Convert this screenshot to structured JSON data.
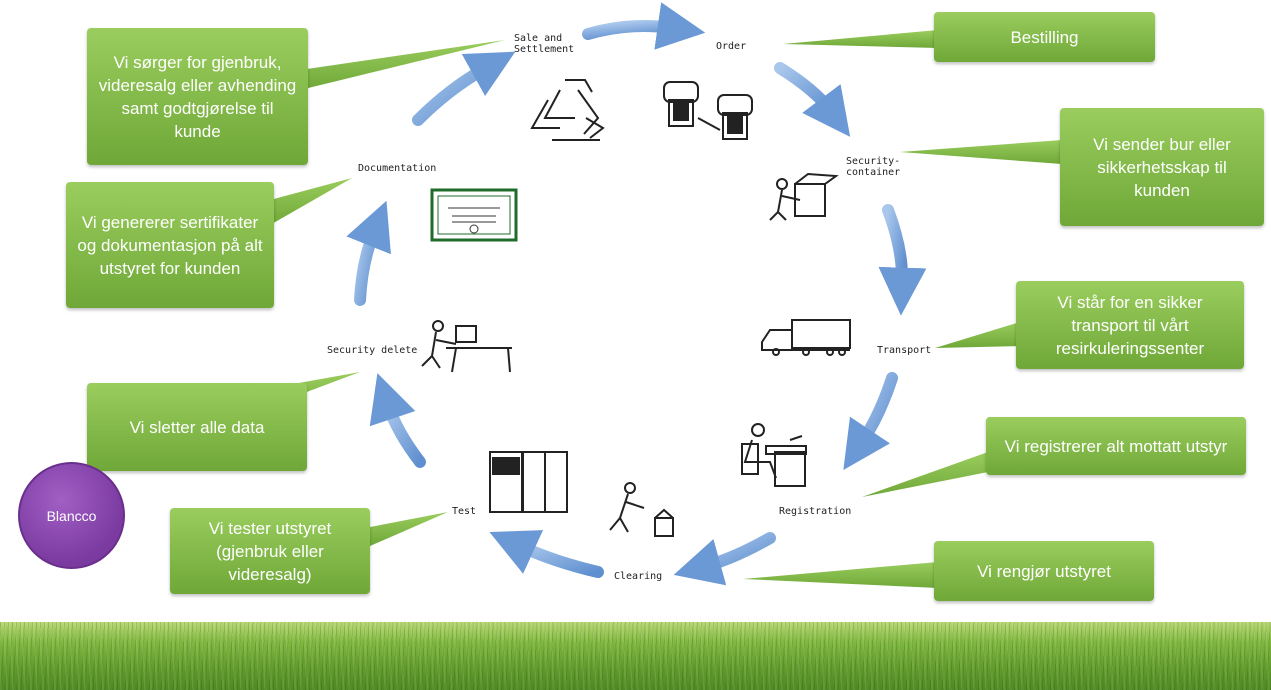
{
  "steps": {
    "sale": "Sale and\nSettlement",
    "order": "Order",
    "security_container": "Security-\ncontainer",
    "transport": "Transport",
    "registration": "Registration",
    "clearing": "Clearing",
    "test": "Test",
    "security_delete": "Security delete",
    "documentation": "Documentation"
  },
  "callouts": {
    "sale": "Vi sørger for gjenbruk, videresalg eller avhending samt godtgjørelse til kunde",
    "order": "Bestilling",
    "security_container": "Vi sender bur eller sikkerhetsskap til kunden",
    "documentation": "Vi genererer sertifikater og dokumentasjon på alt utstyret for kunden",
    "transport": "Vi står for en sikker transport til vårt resirkuleringssenter",
    "registration": "Vi registrerer alt mottatt utstyr",
    "security_delete": "Vi sletter alle data",
    "test": "Vi tester utstyret (gjenbruk eller videresalg)",
    "clearing": "Vi rengjør utstyret"
  },
  "badge": "Blancco",
  "colors": {
    "callout_green": "#7fb544",
    "arrow_blue": "#7ea7d8",
    "badge_purple": "#7a3aa0",
    "grass_green": "#6aa52f"
  }
}
